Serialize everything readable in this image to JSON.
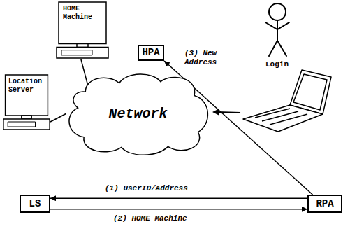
{
  "diagram": {
    "nodes": [
      {
        "text": [
          "HOME Machine"
        ]
      },
      {
        "text": [
          "HPA"
        ]
      },
      {
        "text": [
          "Location Server"
        ]
      },
      {
        "text": [
          "Network"
        ]
      },
      {
        "text": [
          "LS"
        ]
      },
      {
        "text": [
          "RPA"
        ]
      }
    ],
    "edges": [
      {
        "from": 0,
        "to": 3,
        "arrow": "none"
      },
      {
        "from": 2,
        "to": 3,
        "arrow": "none"
      },
      {
        "from": 5,
        "to": 4,
        "label": "(1) UserID/Address",
        "arrow": "to"
      },
      {
        "from": 4,
        "to": 5,
        "label": "(2) HOME Machine",
        "arrow": "to"
      },
      {
        "from": 5,
        "to": 1,
        "label": "(3) New Address",
        "arrow": "to"
      }
    ],
    "labels": [
      "Login"
    ]
  }
}
